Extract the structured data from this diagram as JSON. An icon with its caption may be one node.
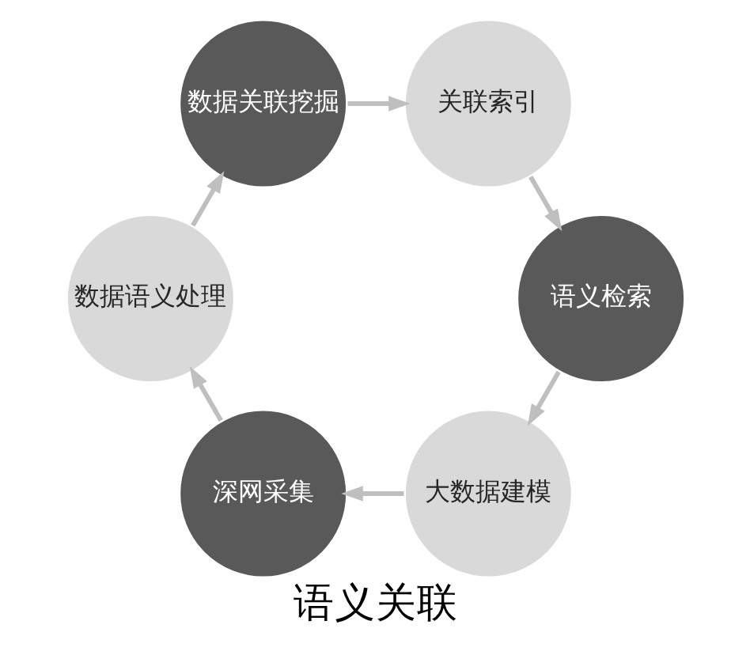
{
  "diagram": {
    "title": "语义关联",
    "nodes": [
      {
        "text": [
          "大数据建模"
        ]
      },
      {
        "text": [
          "深网采集"
        ]
      },
      {
        "text": [
          "数据语义处理"
        ]
      },
      {
        "text": [
          "数据关联挖掘"
        ]
      },
      {
        "text": [
          "关联索引"
        ]
      },
      {
        "text": [
          "语义检索"
        ]
      }
    ],
    "edges": [
      {
        "from": 0,
        "to": 1,
        "arrow": "to"
      },
      {
        "from": 1,
        "to": 2,
        "arrow": "to"
      },
      {
        "from": 2,
        "to": 3,
        "arrow": "to"
      },
      {
        "from": 3,
        "to": 4,
        "arrow": "to"
      },
      {
        "from": 4,
        "to": 5,
        "arrow": "to"
      },
      {
        "from": 5,
        "to": 0,
        "arrow": "to"
      }
    ]
  }
}
